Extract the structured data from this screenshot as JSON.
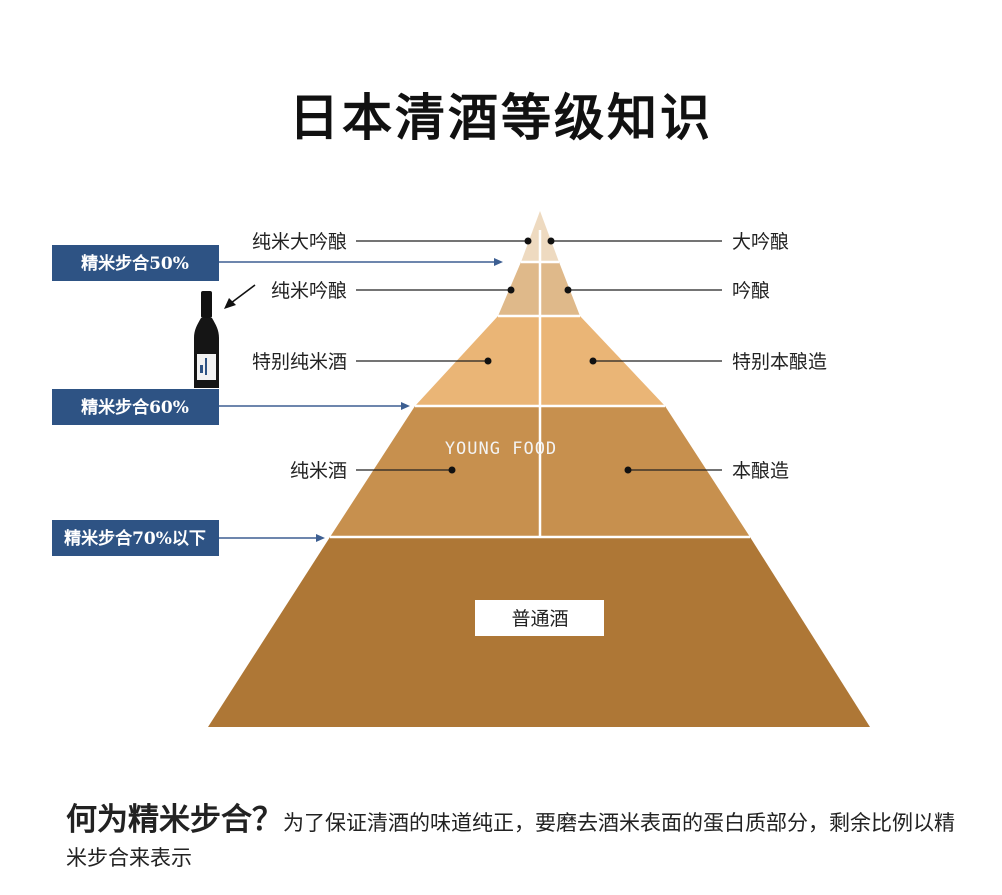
{
  "title": "日本清酒等级知识",
  "polish_labels": [
    "精米步合50%",
    "精米步合60%",
    "精米步合70%以下"
  ],
  "left_labels": [
    "纯米大吟酿",
    "纯米吟酿",
    "特别纯米酒",
    "纯米酒"
  ],
  "right_labels": [
    "大吟酿",
    "吟酿",
    "特别本酿造",
    "本酿造"
  ],
  "base_label": "普通酒",
  "watermark": "YOUNG FOOD",
  "footer": {
    "question": "何为精米步合？",
    "description": "为了保证清酒的味道纯正，要磨去酒米表面的蛋白质部分，剩余比例以精米步合来表示"
  },
  "colors": {
    "tier1": "#eedac0",
    "tier2": "#dfb98a",
    "tier3": "#eab576",
    "tier4": "#c7904e",
    "tier5": "#ae7736",
    "polish_box": "#2e5384",
    "arrow_line": "#3d5f92"
  },
  "icons": {
    "bottle": "sake-bottle-icon"
  }
}
